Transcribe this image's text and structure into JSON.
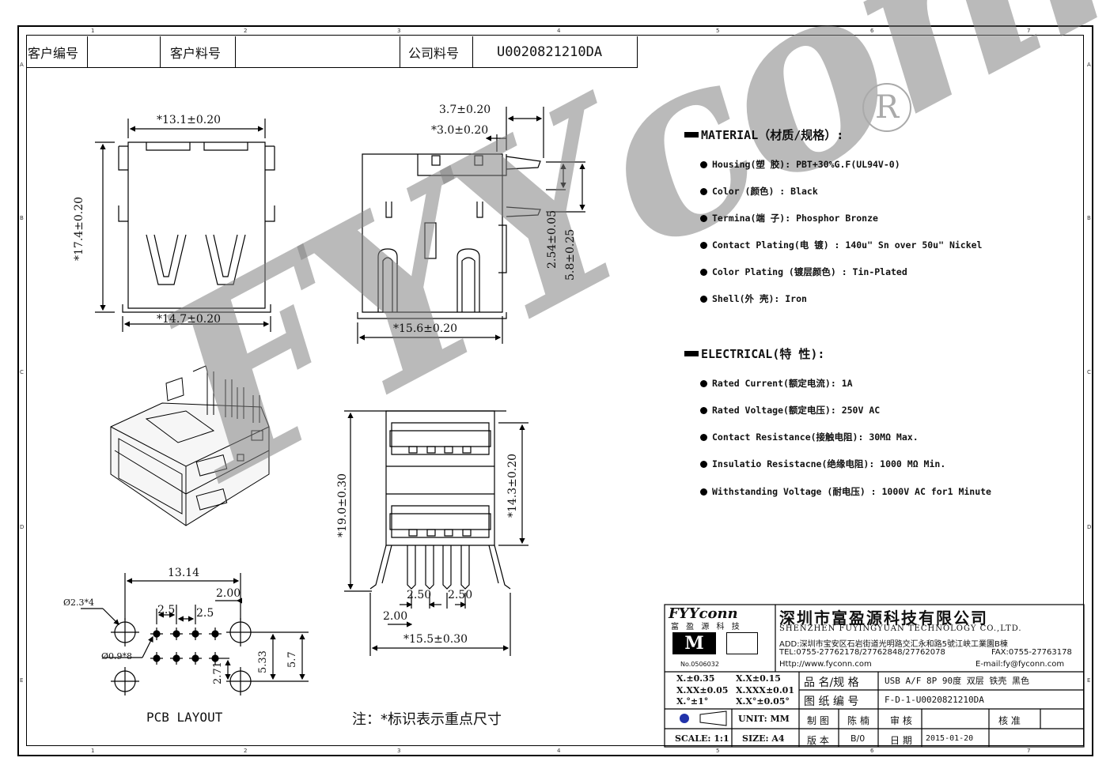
{
  "header": {
    "customer_no_label": "客户编号",
    "customer_part_label": "客户料号",
    "company_part_label": "公司料号",
    "company_part_value": "U0020821210DA"
  },
  "zones": {
    "cols": [
      "1",
      "2",
      "3",
      "4",
      "5",
      "6",
      "7"
    ],
    "rows": [
      "A",
      "B",
      "C",
      "D",
      "E"
    ]
  },
  "drawing": {
    "front_width": "*13.1±0.20",
    "front_height": "*17.4±0.20",
    "front_base": "*14.7±0.20",
    "side_top1": "3.7±0.20",
    "side_top2": "*3.0±0.20",
    "side_base": "*15.6±0.20",
    "side_right1": "2.54±0.05",
    "side_right2": "5.8±0.25",
    "bottom_height": "*19.0±0.30",
    "bottom_inner": "*14.3±0.20",
    "bottom_pitch1": "2.50",
    "bottom_pitch2": "2.50",
    "bottom_offset": "2.00",
    "bottom_base": "*15.5±0.30",
    "pcb_width": "13.14",
    "pcb_offset": "2.00",
    "pcb_pitch1": "2.5",
    "pcb_pitch2": "2.5",
    "pcb_hole_large": "Ø2.3*4",
    "pcb_hole_small": "Ø0.9*8",
    "pcb_v1": "2.71",
    "pcb_v2": "5.33",
    "pcb_v3": "5.7",
    "pcb_label": "PCB LAYOUT",
    "note": "注：*标识表示重点尺寸",
    "watermark": "FYYconn"
  },
  "material": {
    "title": "MATERIAL（材质/规格）:",
    "items": [
      "Housing(塑 胶): PBT+30%G.F(UL94V-0)",
      "Color (颜色) : Black",
      "Termina(端 子):  Phosphor Bronze",
      "Contact Plating(电 镀) : 140u\" Sn over 50u\" Nickel",
      "Color Plating (镀层颜色) : Tin-Plated",
      "Shell(外 壳):  Iron"
    ]
  },
  "electrical": {
    "title": "ELECTRICAL(特 性):",
    "items": [
      "Rated Current(额定电流): 1A",
      "Rated Voltage(额定电压): 250V AC",
      "Contact Resistance(接触电阻): 30MΩ Max.",
      "Insulatio Resistacne(绝缘电阻): 1000 MΩ Min.",
      "Withstanding Voltage (耐电压) : 1000V AC for1 Minute"
    ]
  },
  "titleblock": {
    "logo": "FYYconn",
    "logo_sub": "富 盈 源 科 技",
    "company_cn": "深圳市富盈源科技有限公司",
    "company_en": "SHENZHEN FUYINGYUAN TECHNOLOGY CO.,LTD.",
    "address": "ADD:深圳市宝安区石岩街道光明路交汇永和路5號江峡工業園B棟",
    "tel": "TEL:0755-27762178/27762848/27762078",
    "fax": "FAX:0755-27763178",
    "http": "Http://www.fyconn.com",
    "email": "E-mail:fy@fyconn.com",
    "cert_no": "No.0506032",
    "tol1": "X.±0.35",
    "tol2": "X.X±0.15",
    "tol3": "X.XX±0.05",
    "tol4": "X.XXX±0.01",
    "tol5": "X.°±1°",
    "tol6": "X.X°±0.05°",
    "unit": "UNIT: MM",
    "scale": "SCALE: 1:1",
    "size": "SIZE: A4",
    "name_label": "品 名/规 格",
    "name_value": "USB A/F 8P 90度 双层 铁壳 黑色",
    "drawing_no_label": "图 纸 编 号",
    "drawing_no_value": "F-D-1-U0020821210DA",
    "drawn_label": "制 图",
    "drawn_value": "陈 楠",
    "check_label": "审 核",
    "approve_label": "核 准",
    "version_label": "版 本",
    "version_value": "B/0",
    "date_label": "日 期",
    "date_value": "2015-01-20"
  }
}
